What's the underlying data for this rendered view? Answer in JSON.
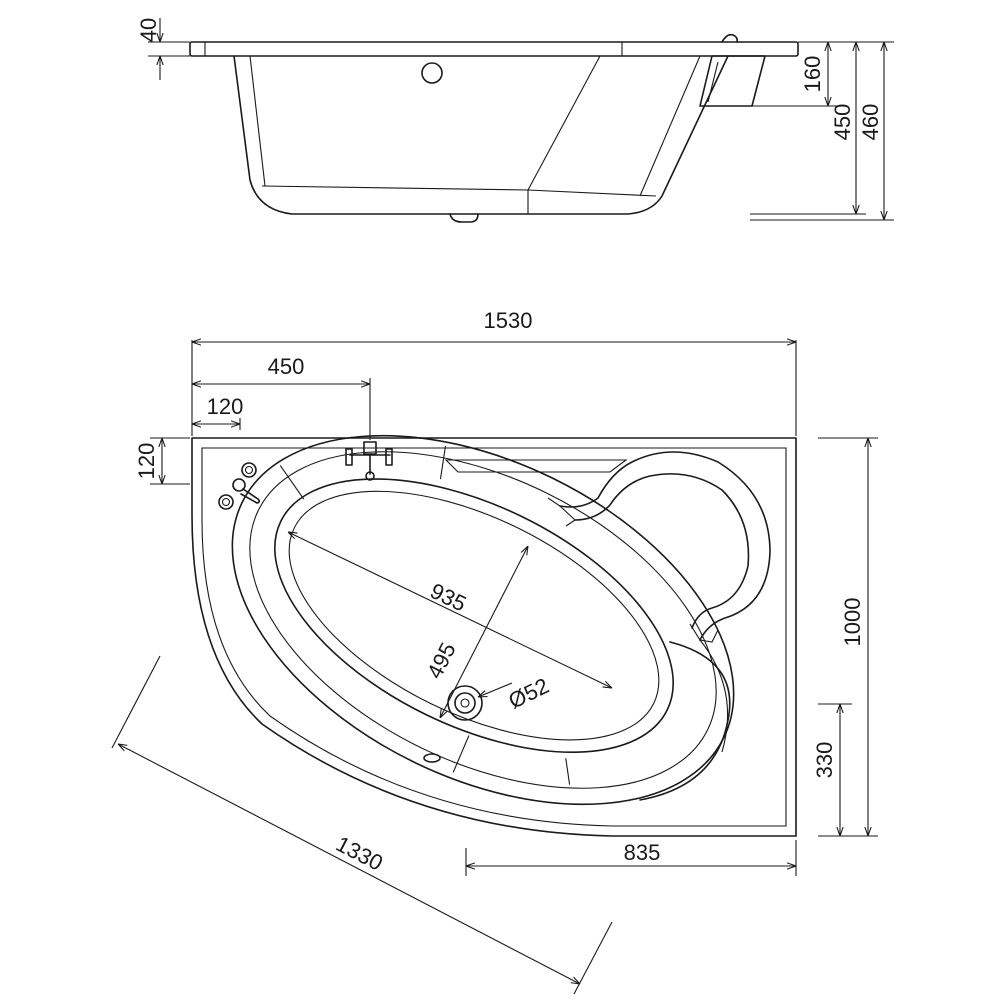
{
  "side_view": {
    "dims": {
      "rim_thickness": "40",
      "skirt_height": "160",
      "tub_depth": "450",
      "total_height": "460"
    }
  },
  "top_view": {
    "dims": {
      "overall_width": "1530",
      "tap_offset": "450",
      "control_offset": "120",
      "rim_width": "120",
      "overall_depth": "1000",
      "right_side_depth": "330",
      "front_length": "835",
      "diagonal_length": "1330",
      "basin_length": "935",
      "basin_width": "495",
      "drain_diameter": "Ø52"
    }
  }
}
